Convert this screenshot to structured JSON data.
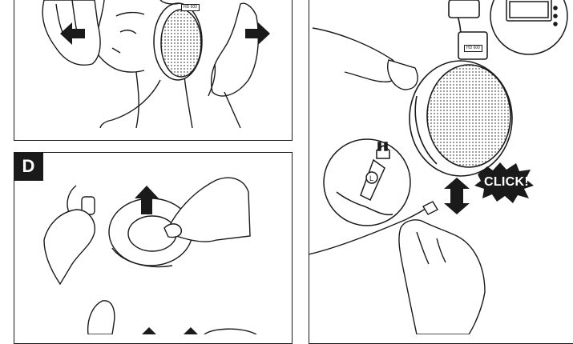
{
  "step_d": {
    "label": "D"
  },
  "click_badge": {
    "text": "CLICK!"
  },
  "headphone": {
    "model_label_top": "HD 600",
    "model_label_right": "HD 600"
  },
  "icons": {
    "arrows": [
      "arrow-left-icon",
      "arrow-right-icon",
      "arrow-up-icon",
      "arrow-double-vertical-icon"
    ],
    "plug_marker": "L"
  },
  "colors": {
    "line": "#1a1a1a",
    "background": "#ffffff",
    "mesh": "#555555"
  }
}
